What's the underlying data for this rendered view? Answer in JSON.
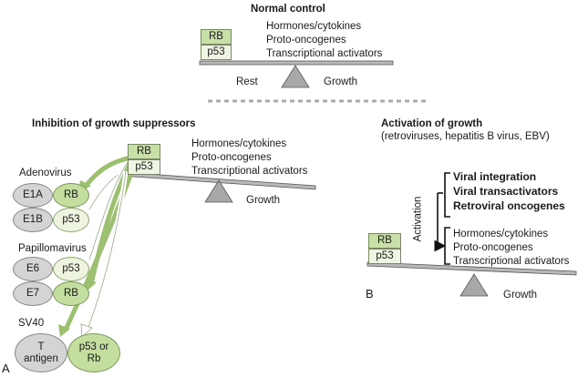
{
  "top": {
    "title": "Normal control",
    "rb_label": "RB",
    "p53_label": "p53",
    "factors": [
      "Hormones/cytokines",
      "Proto-oncogenes",
      "Transcriptional activators"
    ],
    "rest_label": "Rest",
    "growth_label": "Growth"
  },
  "panel_a": {
    "heading": "Inhibition of growth suppressors",
    "letter": "A",
    "rb_label": "RB",
    "p53_label": "p53",
    "factors": [
      "Hormones/cytokines",
      "Proto-oncogenes",
      "Transcriptional activators"
    ],
    "growth_label": "Growth",
    "adenovirus": {
      "label": "Adenovirus",
      "e1a": "E1A",
      "rb": "RB",
      "e1b": "E1B",
      "p53": "p53"
    },
    "papillomavirus": {
      "label": "Papillomavirus",
      "e6": "E6",
      "p53": "p53",
      "e7": "E7",
      "rb": "RB"
    },
    "sv40": {
      "label": "SV40",
      "antigen": "T antigen",
      "target": "p53 or Rb"
    }
  },
  "panel_b": {
    "heading": "Activation of growth",
    "subheading": "(retroviruses, hepatitis B virus, EBV)",
    "letter": "B",
    "activation_label": "Activation",
    "viral_items": [
      "Viral integration",
      "Viral transactivators",
      "Retroviral oncogenes"
    ],
    "factors": [
      "Hormones/cytokines",
      "Proto-oncogenes",
      "Transcriptional activators"
    ],
    "rb_label": "RB",
    "p53_label": "p53",
    "growth_label": "Growth"
  }
}
